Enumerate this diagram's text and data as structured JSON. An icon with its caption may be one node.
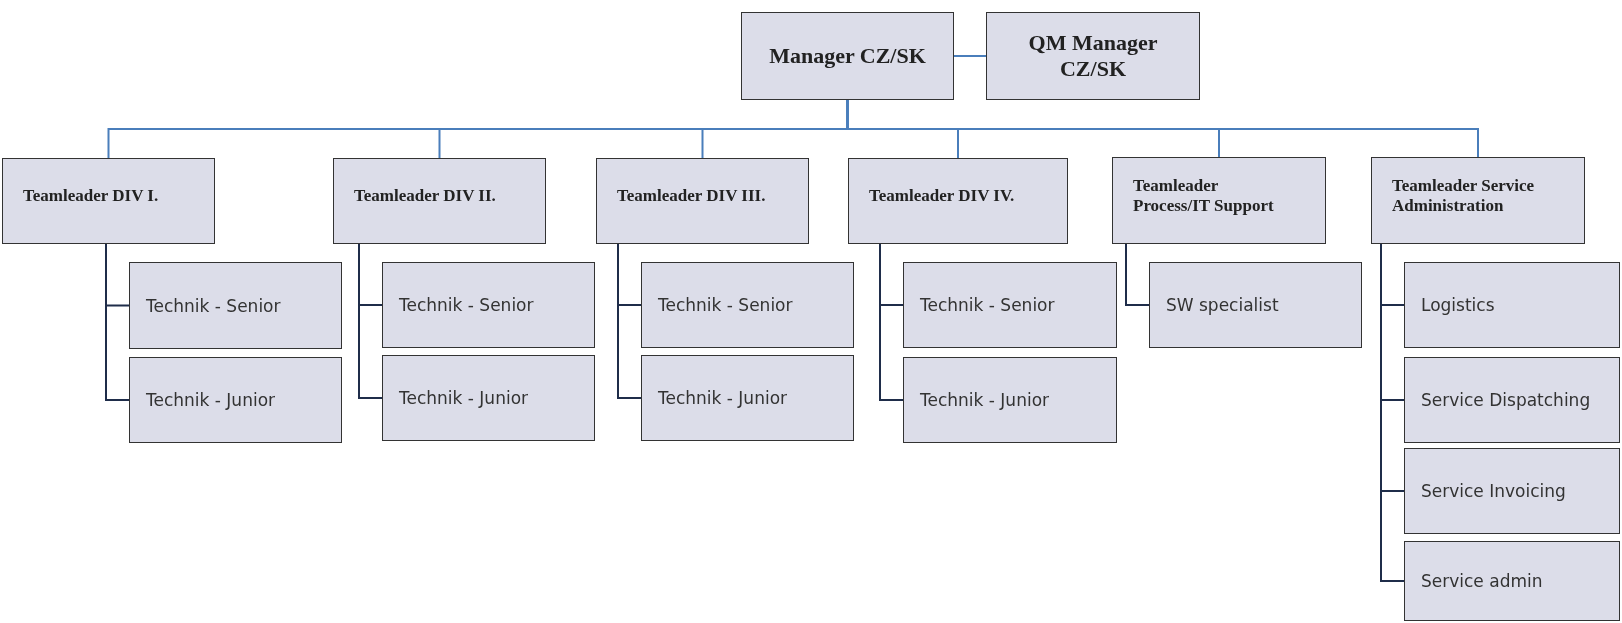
{
  "diagram": {
    "nodes": [
      {
        "text": [
          "Manager CZ/SK"
        ]
      },
      {
        "text": [
          "QM Manager CZ/SK"
        ]
      },
      {
        "text": [
          "Teamleader DIV I."
        ]
      },
      {
        "text": [
          "Teamleader DIV II."
        ]
      },
      {
        "text": [
          "Teamleader DIV III."
        ]
      },
      {
        "text": [
          "Teamleader DIV IV."
        ]
      },
      {
        "text": [
          "Teamleader Process/IT Support"
        ]
      },
      {
        "text": [
          "Teamleader Service Administration"
        ]
      },
      {
        "text": [
          "Technik - Senior"
        ]
      },
      {
        "text": [
          "Technik - Junior"
        ]
      },
      {
        "text": [
          "Technik - Senior"
        ]
      },
      {
        "text": [
          "Technik - Junior"
        ]
      },
      {
        "text": [
          "Technik - Senior"
        ]
      },
      {
        "text": [
          "Technik - Junior"
        ]
      },
      {
        "text": [
          "Technik - Senior"
        ]
      },
      {
        "text": [
          "Technik - Junior"
        ]
      },
      {
        "text": [
          "SW specialist"
        ]
      },
      {
        "text": [
          "Logistics"
        ]
      },
      {
        "text": [
          "Service Dispatching"
        ]
      },
      {
        "text": [
          "Service Invoicing"
        ]
      },
      {
        "text": [
          "Service admin"
        ]
      }
    ],
    "edges": [
      {
        "from": 0,
        "to": 1,
        "arrow": "none",
        "color": "#4a7ebb"
      },
      {
        "from": 0,
        "to": 2,
        "arrow": "none",
        "color": "#4a7ebb"
      },
      {
        "from": 0,
        "to": 3,
        "arrow": "none",
        "color": "#4a7ebb"
      },
      {
        "from": 0,
        "to": 4,
        "arrow": "none",
        "color": "#4a7ebb"
      },
      {
        "from": 0,
        "to": 5,
        "arrow": "none",
        "color": "#4a7ebb"
      },
      {
        "from": 0,
        "to": 6,
        "arrow": "none",
        "color": "#4a7ebb"
      },
      {
        "from": 0,
        "to": 7,
        "arrow": "none",
        "color": "#4a7ebb"
      },
      {
        "from": 2,
        "to": 8,
        "arrow": "none"
      },
      {
        "from": 2,
        "to": 9,
        "arrow": "none"
      },
      {
        "from": 3,
        "to": 10,
        "arrow": "none"
      },
      {
        "from": 3,
        "to": 11,
        "arrow": "none"
      },
      {
        "from": 4,
        "to": 12,
        "arrow": "none"
      },
      {
        "from": 4,
        "to": 13,
        "arrow": "none"
      },
      {
        "from": 5,
        "to": 14,
        "arrow": "none"
      },
      {
        "from": 5,
        "to": 15,
        "arrow": "none"
      },
      {
        "from": 6,
        "to": 16,
        "arrow": "none"
      },
      {
        "from": 7,
        "to": 17,
        "arrow": "none"
      },
      {
        "from": 7,
        "to": 18,
        "arrow": "none"
      },
      {
        "from": 7,
        "to": 19,
        "arrow": "none"
      },
      {
        "from": 7,
        "to": 20,
        "arrow": "none"
      }
    ]
  }
}
